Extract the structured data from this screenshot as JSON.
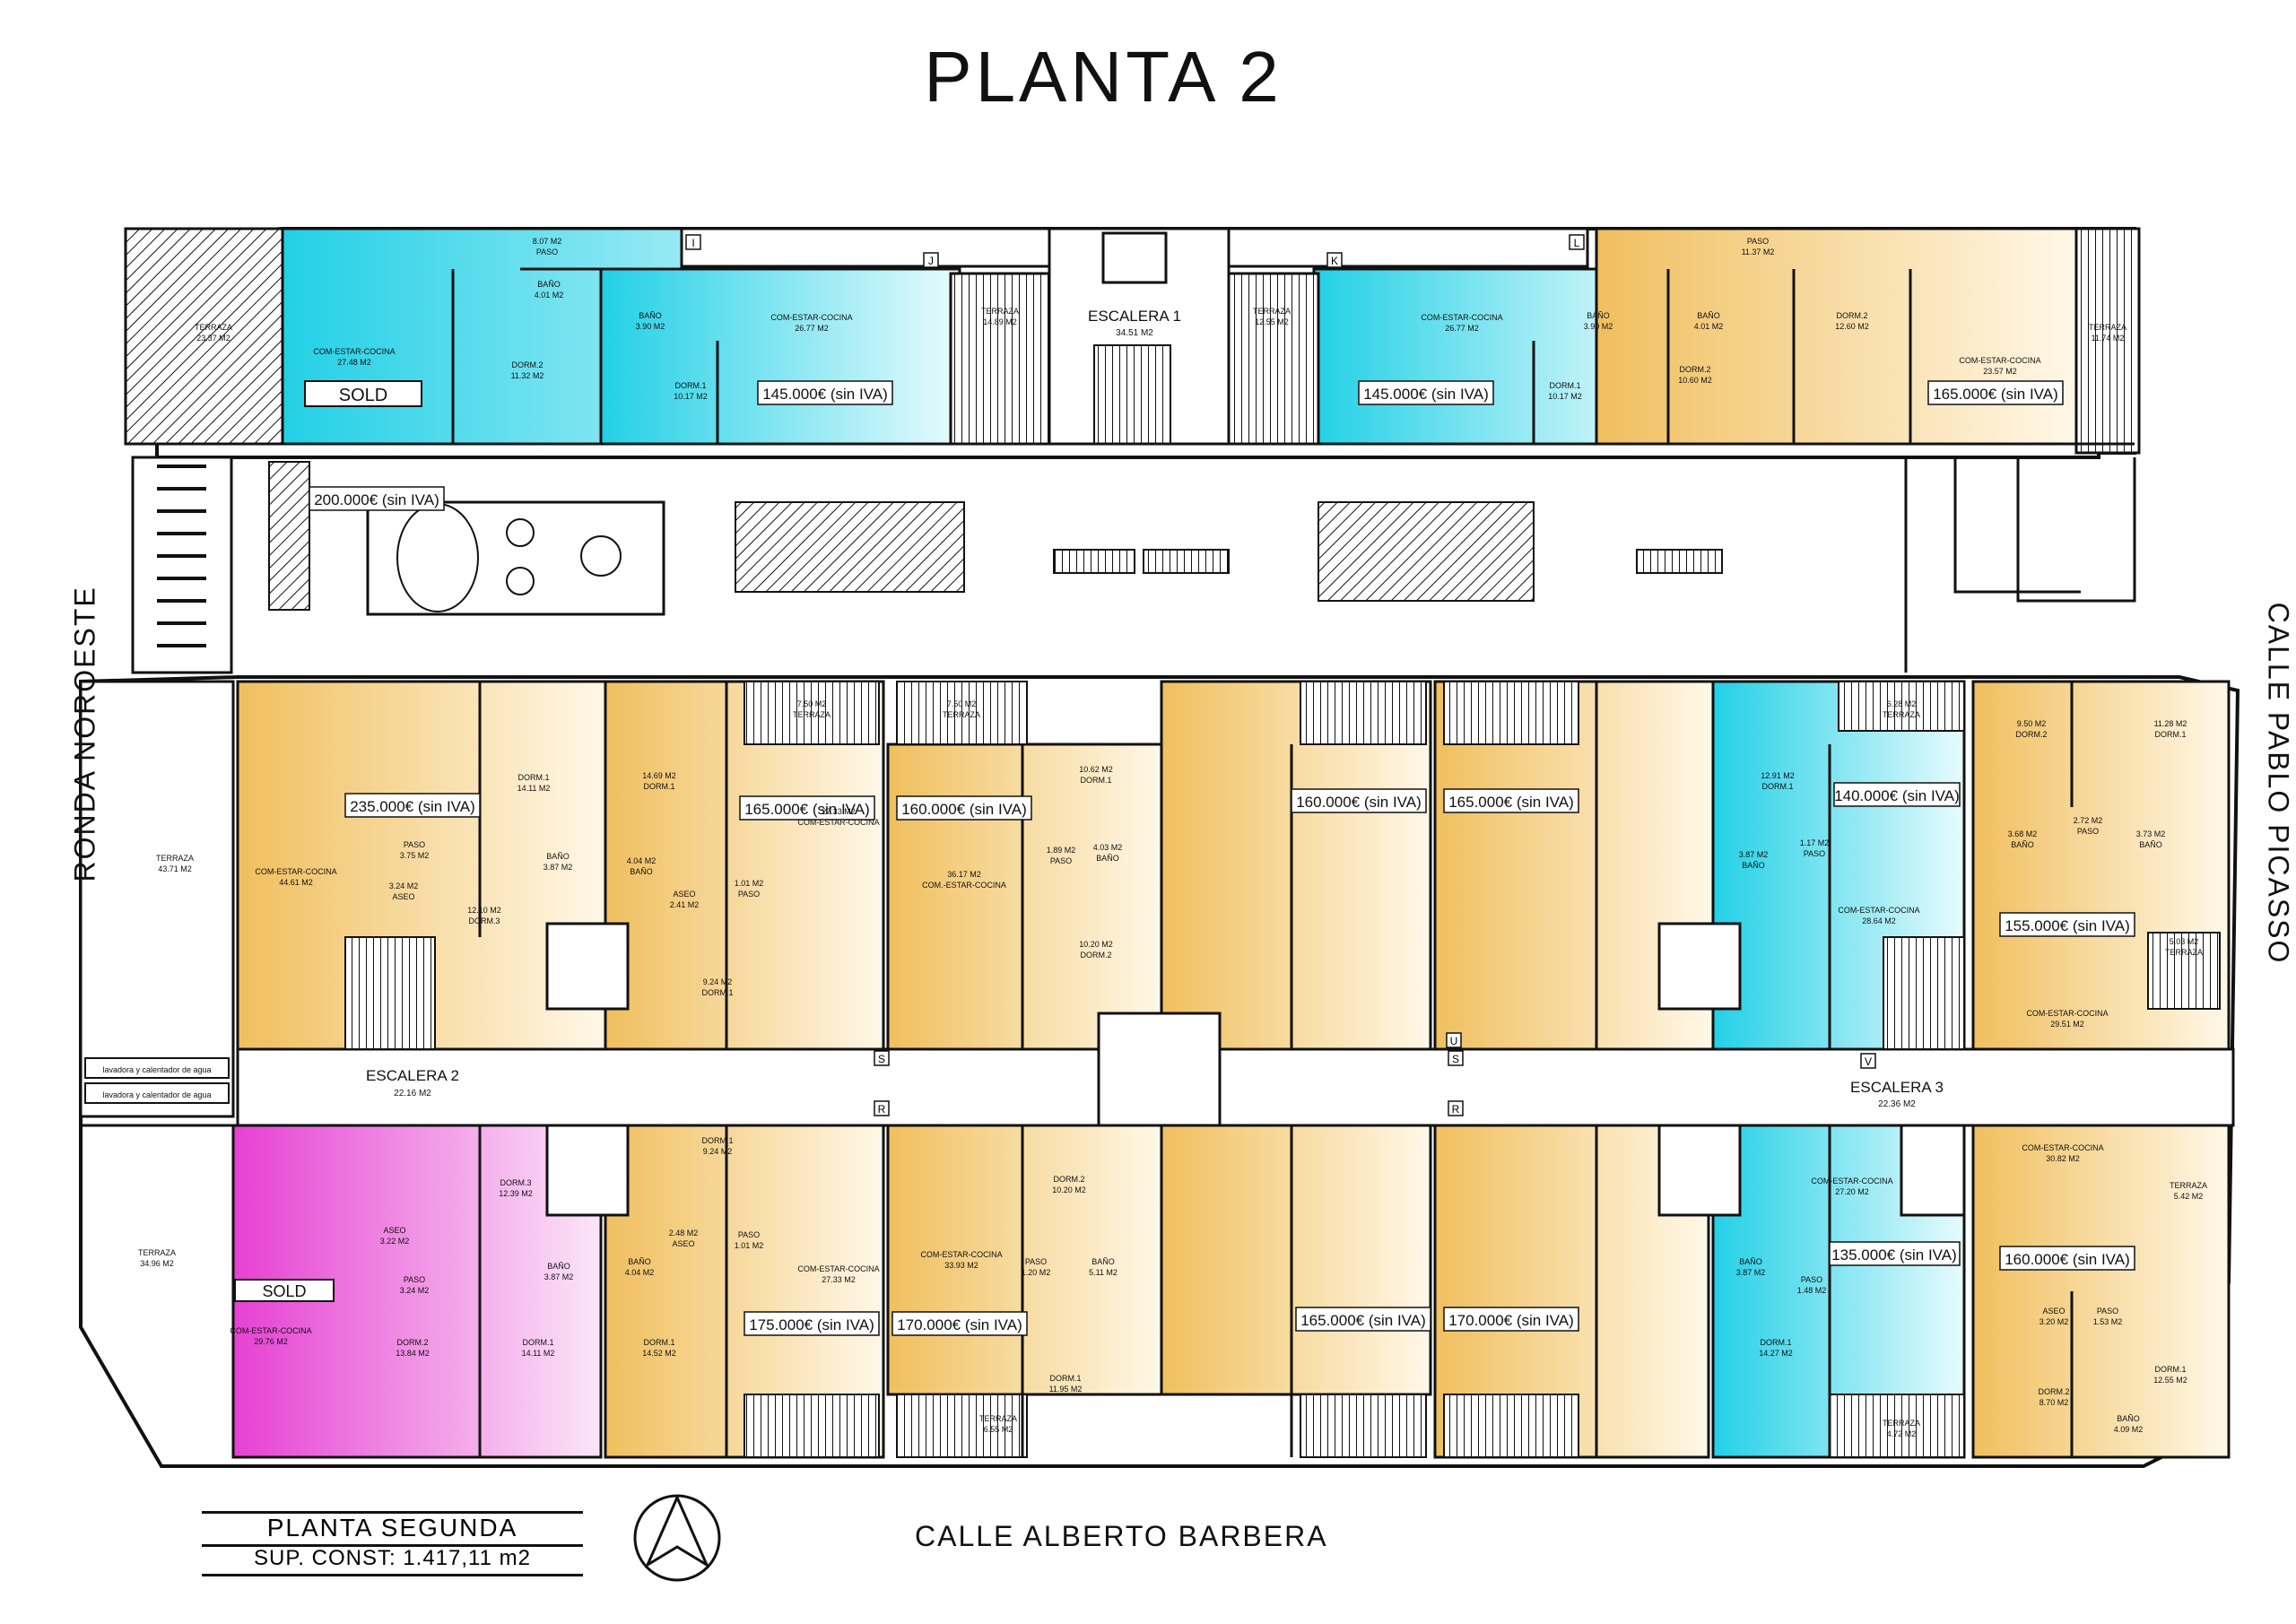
{
  "title": "PLANTA    2",
  "streets": {
    "west": "RONDA NOROESTE",
    "east": "CALLE PABLO PICASSO",
    "south": "CALLE ALBERTO BARBERA"
  },
  "plan_box": {
    "name": "PLANTA SEGUNDA",
    "area": "SUP. CONST: 1.417,11 m2"
  },
  "colors": {
    "cyan": "#2fd4e6",
    "yellow": "#f2c46a",
    "magenta": "#e84fd6",
    "wall": "#111111"
  },
  "prices": {
    "north_1": "SOLD",
    "north_2": "145.000€ (sin IVA)",
    "north_3": "145.000€ (sin IVA)",
    "north_4": "165.000€ (sin IVA)",
    "plaza": "200.000€ (sin IVA)",
    "s1": "235.000€ (sin IVA)",
    "s2": "165.000€ (sin IVA)",
    "s3": "160.000€ (sin IVA)",
    "s4": "160.000€ (sin IVA)",
    "s5": "165.000€ (sin IVA)",
    "s6": "140.000€ (sin IVA)",
    "s7": "155.000€ (sin IVA)",
    "s8": "SOLD",
    "s9": "175.000€ (sin IVA)",
    "s10": "170.000€ (sin IVA)",
    "s11": "165.000€ (sin IVA)",
    "s12": "170.000€ (sin IVA)",
    "s13": "135.000€ (sin IVA)",
    "s14": "160.000€ (sin IVA)"
  },
  "stairs": {
    "e1": "ESCALERA 1",
    "e1_area": "34.51 M2",
    "e2": "ESCALERA 2",
    "e2_area": "22.16 M2",
    "e3": "ESCALERA 3",
    "e3_area": "22.36 M2"
  },
  "rooms": {
    "n_paso": "8.07 M2",
    "n_paso_l": "PASO",
    "n_com1": "COM-ESTAR-COCINA",
    "n_com1_a": "27.48 M2",
    "n_bano1": "BAÑO",
    "n_bano1_a": "4.01 M2",
    "n_dorm2": "DORM.2",
    "n_dorm2_a": "11.32 M2",
    "n_bano2": "BAÑO",
    "n_bano2_a": "3.90 M2",
    "n_com2": "COM-ESTAR-COCINA",
    "n_com2_a": "26.77 M2",
    "n_dorm1": "DORM.1",
    "n_dorm1_a": "10.17 M2",
    "n_terr1": "TERRAZA",
    "n_terr1_a": "14.89 M2",
    "n_terr2": "TERRAZA",
    "n_terr2_a": "12.55 M2",
    "n_com3": "COM-ESTAR-COCINA",
    "n_com3_a": "26.77 M2",
    "n_bano3": "BAÑO",
    "n_bano3_a": "3.90 M2",
    "n_dorm3": "DORM.1",
    "n_dorm3_a": "10.17 M2",
    "n_paso2": "PASO",
    "n_paso2_a": "11.37 M2",
    "n_bano4": "BAÑO",
    "n_bano4_a": "4.01 M2",
    "n_dorm4": "DORM.2",
    "n_dorm4_a": "12.60 M2",
    "n_dorm5": "DORM.2",
    "n_dorm5_a": "10.60 M2",
    "n_com4": "COM-ESTAR-COCINA",
    "n_com4_a": "23.57 M2",
    "n_terr3": "TERRAZA",
    "n_terr3_a": "11.74 M2",
    "nw_terr": "TERRAZA",
    "nw_terr_a": "23.37 M2",
    "w_terr": "TERRAZA",
    "w_terr_a": "43.71 M2",
    "w_lav1": "lavadora y calentador de agua",
    "w_lav2": "lavadora y calentador de agua",
    "sw_terr": "TERRAZA",
    "sw_terr_a": "34.96 M2",
    "a_com": "COM-ESTAR-COCINA",
    "a_com_a": "44.61 M2",
    "a_paso": "PASO",
    "a_paso_a": "3.75 M2",
    "a_dorm1": "DORM.1",
    "a_dorm1_a": "14.11 M2",
    "a_bano": "BAÑO",
    "a_bano_a": "3.87 M2",
    "a_aseo": "ASEO",
    "a_aseo_a": "3.24 M2",
    "a_dorm3": "DORM.3",
    "a_dorm3_a": "12.10 M2",
    "b_dorm1": "DORM.1",
    "b_dorm1_a": "14.69 M2",
    "b_bano": "BAÑO",
    "b_bano_a": "4.04 M2",
    "b_aseo": "ASEO",
    "b_aseo_a": "2.41 M2",
    "b_paso": "PASO",
    "b_paso_a": "1.01 M2",
    "b_com": "COM-ESTAR-COCINA",
    "b_com_a": "27.33 M2",
    "b_dorm2": "DORM.1",
    "b_dorm2_a": "9.24 M2",
    "b_terr": "TERRAZA",
    "b_terr_a": "7.50 M2",
    "c_terr": "TERRAZA",
    "c_terr_a": "7.50 M2",
    "c_com": "COM.-ESTAR-COCINA",
    "c_com_a": "36.17 M2",
    "c_dorm1": "DORM.1",
    "c_dorm1_a": "10.62 M2",
    "c_bano": "BAÑO",
    "c_bano_a": "4.03 M2",
    "c_paso": "PASO",
    "c_paso_a": "1.89 M2",
    "c_dorm2": "DORM.2",
    "c_dorm2_a": "10.20 M2",
    "sn_com": "COM-ESTAR-COCINA",
    "sn_com_a": "28.64 M2",
    "sn_dorm1": "DORM.1",
    "sn_dorm1_a": "12.91 M2",
    "sn_bano": "BAÑO",
    "sn_bano_a": "3.87 M2",
    "sn_paso": "PASO",
    "sn_paso_a": "1.17 M2",
    "sn_terr": "TERRAZA",
    "sn_terr_a": "6.28 M2",
    "e_dorm2": "DORM.2",
    "e_dorm2_a": "9.50 M2",
    "e_dorm1": "DORM.1",
    "e_dorm1_a": "11.28 M2",
    "e_bano1": "BAÑO",
    "e_bano1_a": "3.68 M2",
    "e_paso": "PASO",
    "e_paso_a": "2.72 M2",
    "e_bano2": "BAÑO",
    "e_bano2_a": "3.73 M2",
    "e_com": "COM-ESTAR-COCINA",
    "e_com_a": "29.51 M2",
    "e_terr": "TERRAZA",
    "e_terr_a": "5.03 M2",
    "p_dorm3": "DORM.3",
    "p_dorm3_a": "12.39 M2",
    "p_aseo": "ASEO",
    "p_aseo_a": "3.22 M2",
    "p_paso": "PASO",
    "p_paso_a": "3.24 M2",
    "p_com": "COM-ESTAR-COCINA",
    "p_com_a": "29.76 M2",
    "p_dorm2": "DORM.2",
    "p_dorm2_a": "13.84 M2",
    "p_dorm1": "DORM.1",
    "p_dorm1_a": "14.11 M2",
    "p_bano": "BAÑO",
    "p_bano_a": "3.87 M2",
    "q_dorm1": "DORM.1",
    "q_dorm1_a": "9.24 M2",
    "q_aseo": "ASEO",
    "q_aseo_a": "2.48 M2",
    "q_paso": "PASO",
    "q_paso_a": "1.01 M2",
    "q_bano": "BAÑO",
    "q_bano_a": "4.04 M2",
    "q_com": "COM-ESTAR-COCINA",
    "q_com_a": "27.33 M2",
    "q_dorm2": "DORM.1",
    "q_dorm2_a": "14.52 M2",
    "r_com": "COM-ESTAR-COCINA",
    "r_com_a": "33.93 M2",
    "r_dorm2": "DORM.2",
    "r_dorm2_a": "10.20 M2",
    "r_paso": "PASO",
    "r_paso_a": "1.20 M2",
    "r_bano": "BAÑO",
    "r_bano_a": "5.11 M2",
    "r_dorm1": "DORM.1",
    "r_dorm1_a": "11.95 M2",
    "r_terr": "TERRAZA",
    "r_terr_a": "6.55 M2",
    "u_com": "COM-ESTAR-COCINA",
    "u_com_a": "27.20 M2",
    "u_bano": "BAÑO",
    "u_bano_a": "3.87 M2",
    "u_paso": "PASO",
    "u_paso_a": "1.48 M2",
    "u_dorm1": "DORM.1",
    "u_dorm1_a": "14.27 M2",
    "u_terr": "TERRAZA",
    "u_terr_a": "4.72 M2",
    "v_com": "COM-ESTAR-COCINA",
    "v_com_a": "30.82 M2",
    "v_terr": "TERRAZA",
    "v_terr_a": "5.42 M2",
    "v_aseo": "ASEO",
    "v_aseo_a": "3.20 M2",
    "v_paso": "PASO",
    "v_paso_a": "1.53 M2",
    "v_dorm2": "DORM.2",
    "v_dorm2_a": "8.70 M2",
    "v_dorm1": "DORM.1",
    "v_dorm1_a": "12.55 M2",
    "v_bano": "BAÑO",
    "v_bano_a": "4.09 M2"
  },
  "markers": [
    "I",
    "J",
    "K",
    "L",
    "S",
    "R",
    "S",
    "R",
    "U",
    "V"
  ]
}
